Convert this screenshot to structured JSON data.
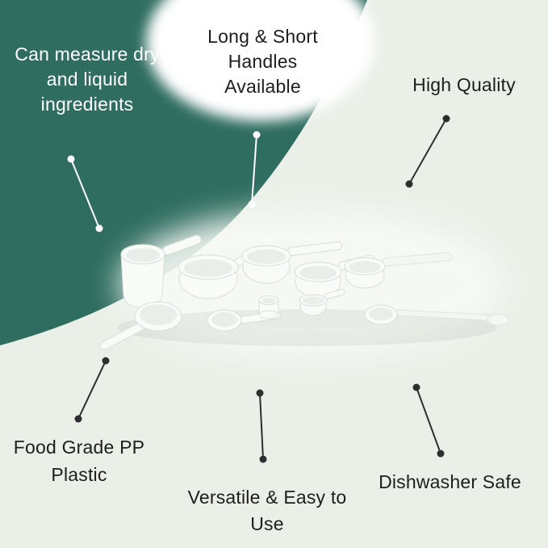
{
  "colors": {
    "teal": "#2F6D60",
    "light": "#EAEFE8",
    "white": "#FFFFFF",
    "dark-text": "#1E1E1E",
    "light-text": "#FFFFFF",
    "line-dark": "#2E2E2E",
    "line-light": "#FFFFFF"
  },
  "annotations": {
    "top_left": {
      "lines": [
        "Can measure dry",
        "and liquid",
        "ingredients"
      ]
    },
    "top_center": {
      "lines": [
        "Long & Short",
        "Handles",
        "Available"
      ]
    },
    "top_right": {
      "lines": [
        "High Quality"
      ]
    },
    "bottom_left": {
      "lines": [
        "Food Grade PP",
        "Plastic"
      ]
    },
    "bottom_center": {
      "lines": [
        "Versatile & Easy to",
        "Use"
      ]
    },
    "bottom_right": {
      "lines": [
        "Dishwasher Safe"
      ]
    }
  },
  "product": {
    "name": "measuring-cups-and-spoons-set"
  }
}
